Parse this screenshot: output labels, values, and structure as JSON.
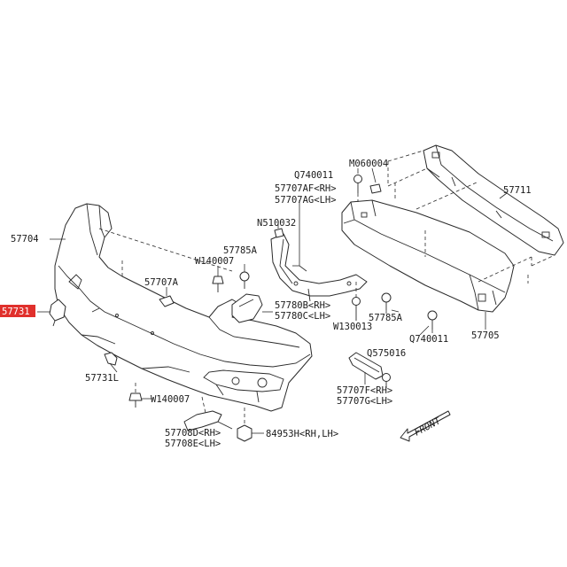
{
  "labels": {
    "l57704": "57704",
    "l57731": "5773",
    "l57731_suffix": "1",
    "l57707A": "57707A",
    "l57731L": "57731L",
    "lW140007_top": "W140007",
    "lW140007_bot": "W140007",
    "l57785A_left": "57785A",
    "lN510032": "N510032",
    "l57707AF": "57707AF<RH>",
    "l57707AG": "57707AG<LH>",
    "lQ740011_top": "Q740011",
    "lM060004": "M060004",
    "l57711": "57711",
    "l57780B": "57780B<RH>",
    "l57780C": "57780C<LH>",
    "lW130013": "W130013",
    "l57785A_right": "57785A",
    "lQ740011_bot": "Q740011",
    "l57705": "57705",
    "lQ575016": "Q575016",
    "l57707F": "57707F<RH>",
    "l57707G": "57707G<LH>",
    "l57708D": "57708D<RH>",
    "l57708E": "57708E<LH>",
    "l84953H": "84953H<RH,LH>",
    "front": "FRONT"
  },
  "colors": {
    "line": "#2a2a2a",
    "highlight": "#e0302c",
    "background": "#ffffff"
  },
  "icons": {
    "direction": "front-arrow-icon",
    "fastener": "bolt-icon"
  }
}
